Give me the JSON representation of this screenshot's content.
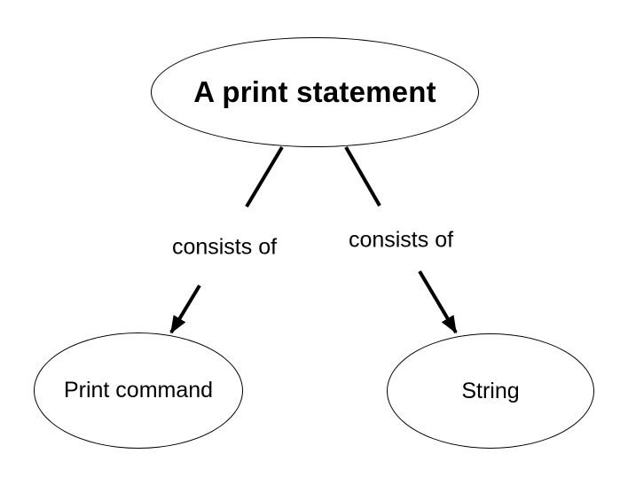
{
  "diagram": {
    "root": {
      "label": "A print statement"
    },
    "edges": [
      {
        "label": "consists of"
      },
      {
        "label": "consists of"
      }
    ],
    "children": [
      {
        "label": "Print command"
      },
      {
        "label": "String"
      }
    ],
    "colors": {
      "background": "#ffffff",
      "stroke": "#000000",
      "text": "#000000"
    }
  }
}
